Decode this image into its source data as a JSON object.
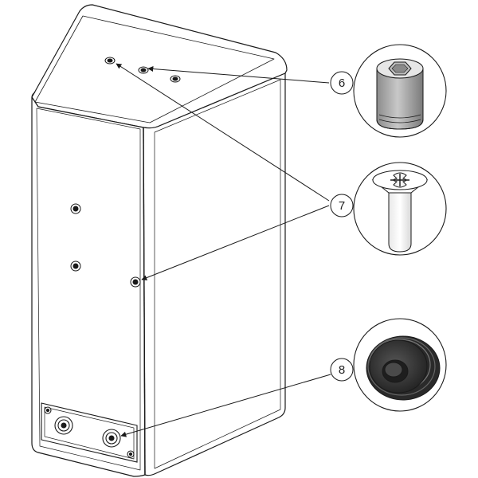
{
  "diagram": {
    "callouts": [
      {
        "number": "6",
        "part": "hex-socket-set-screw",
        "targets": 1
      },
      {
        "number": "7",
        "part": "phillips-flat-head-screw",
        "targets": 2
      },
      {
        "number": "8",
        "part": "rubber-foot-grommet",
        "targets": 1
      }
    ]
  },
  "colors": {
    "line": "#1a1a1a",
    "screw_gray": "#a9a9a9",
    "rubber_dark": "#2e2e2e",
    "rubber_mid": "#4a4a4a"
  }
}
